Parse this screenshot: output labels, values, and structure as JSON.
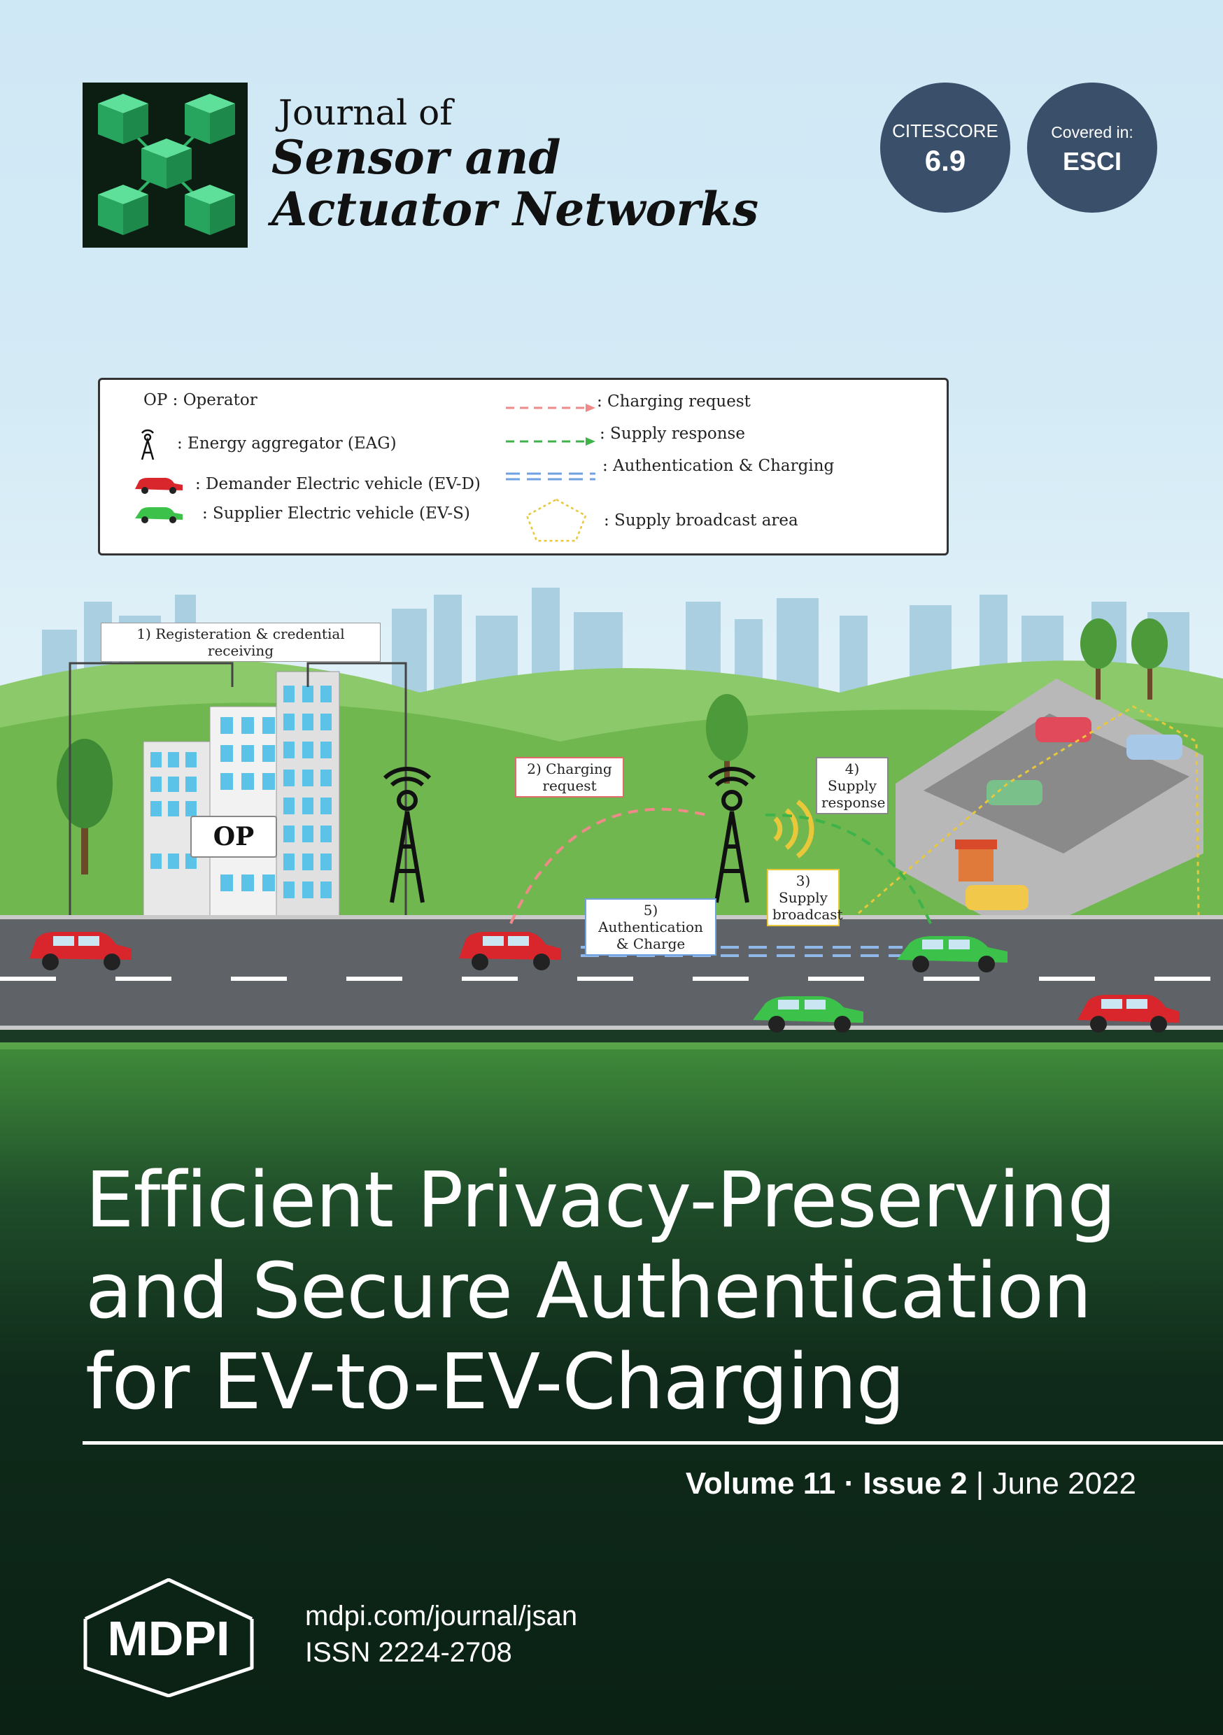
{
  "journal": {
    "prefix": "Journal of",
    "name_line1": "Sensor and",
    "name_line2": "Actuator Networks"
  },
  "badges": {
    "citescore_label": "CITESCORE",
    "citescore_value": "6.9",
    "covered_label": "Covered in:",
    "covered_value": "ESCI"
  },
  "legend": {
    "op": "OP : Operator",
    "eag": ": Energy aggregator (EAG)",
    "evd": ": Demander Electric vehicle (EV-D)",
    "evs": ": Supplier Electric vehicle (EV-S)",
    "charging_request": ": Charging request",
    "supply_response": ": Supply response",
    "auth_charging": ": Authentication & Charging",
    "broadcast_area": ": Supply broadcast area"
  },
  "diagram": {
    "step1": "1) Registeration & credential receiving",
    "step2_line1": "2) Charging",
    "step2_line2": "request",
    "step3_line1": "3) Supply",
    "step3_line2": "broadcast",
    "step4_line1": "4) Supply",
    "step4_line2": "response",
    "step5_line1": "5) Authentication",
    "step5_line2": "& Charge",
    "op_building": "OP"
  },
  "colors": {
    "badge": "#3a4f6a",
    "request_arrow": "#f08a8a",
    "response_arrow": "#3fb34a",
    "auth_line": "#8fb8e8",
    "broadcast_area": "#e8c83a",
    "demander_car": "#d8262c",
    "supplier_car": "#3cc24a"
  },
  "article": {
    "title_line1": "Efficient Privacy-Preserving",
    "title_line2": "and Secure Authentication",
    "title_line3": "for EV-to-EV-Charging"
  },
  "issue": {
    "volume": "Volume 11",
    "sep": " · ",
    "issue": "Issue 2",
    "divider": " | ",
    "date": "June 2022"
  },
  "publisher": {
    "logo_text": "MDPI",
    "url": "mdpi.com/journal/jsan",
    "issn": "ISSN 2224-2708"
  }
}
